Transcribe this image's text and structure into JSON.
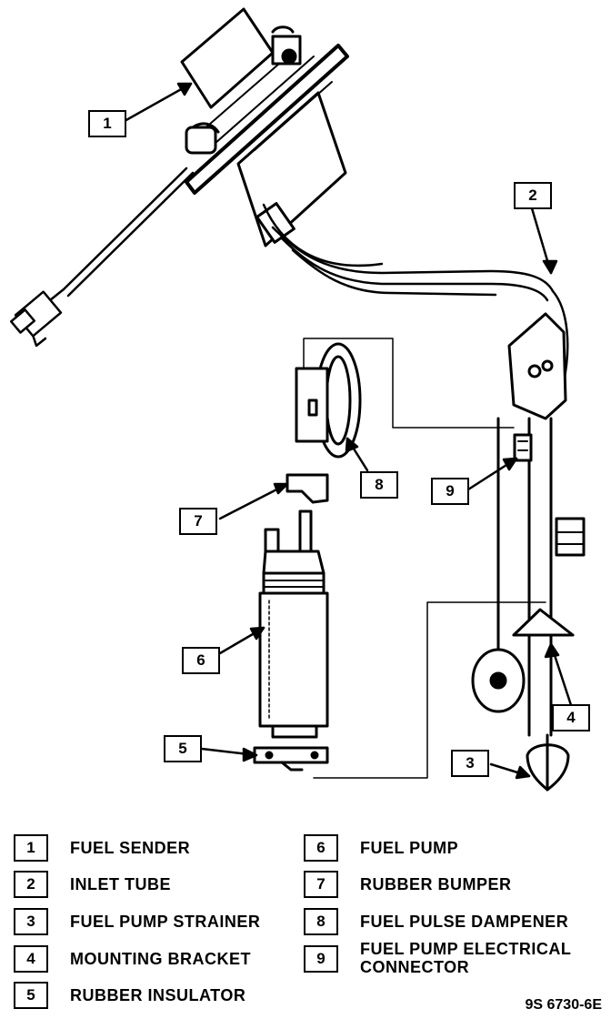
{
  "callouts": [
    "1",
    "2",
    "3",
    "4",
    "5",
    "6",
    "7",
    "8",
    "9"
  ],
  "legend": [
    {
      "num": "1",
      "text": "FUEL SENDER"
    },
    {
      "num": "2",
      "text": "INLET TUBE"
    },
    {
      "num": "3",
      "text": "FUEL PUMP STRAINER"
    },
    {
      "num": "4",
      "text": "MOUNTING BRACKET"
    },
    {
      "num": "5",
      "text": "RUBBER INSULATOR"
    },
    {
      "num": "6",
      "text": "FUEL PUMP"
    },
    {
      "num": "7",
      "text": "RUBBER BUMPER"
    },
    {
      "num": "8",
      "text": "FUEL PULSE DAMPENER"
    },
    {
      "num": "9",
      "text": "FUEL PUMP ELECTRICAL CONNECTOR"
    }
  ],
  "figure_id": "9S 6730-6E"
}
